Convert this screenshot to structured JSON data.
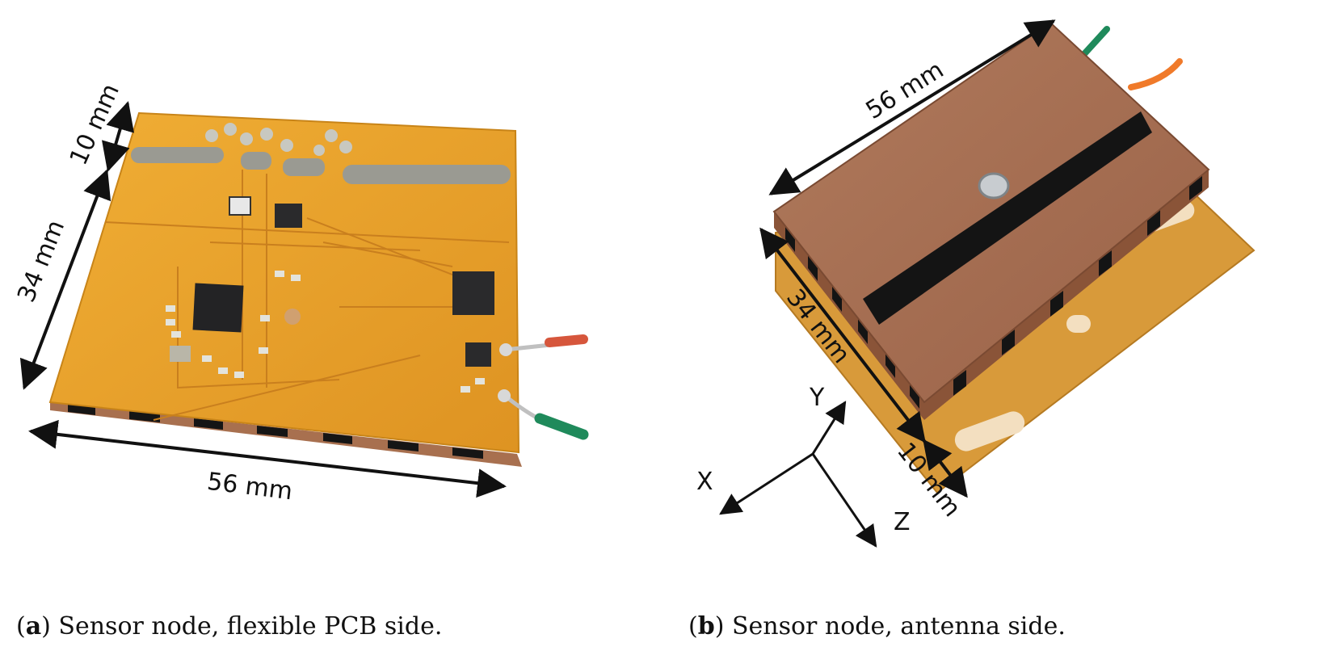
{
  "panel_a": {
    "dim_top": "10 mm",
    "dim_side": "34 mm",
    "dim_bottom": "56 mm",
    "caption_letter": "a",
    "caption_text": "Sensor node, flexible PCB side."
  },
  "panel_b": {
    "dim_top": "56 mm",
    "dim_side": "34 mm",
    "dim_bottom": "10 mm",
    "axis_x": "X",
    "axis_y": "Y",
    "axis_z": "Z",
    "caption_letter": "b",
    "caption_text": "Sensor node, antenna side."
  },
  "colors": {
    "pcb_orange": "#e7a22c",
    "copper_fabric": "#a86e50",
    "black_tape": "#141414",
    "solder_grey": "#9a9a92",
    "wire_red": "#d6563c",
    "wire_green": "#1f8a5b",
    "wire_orange": "#f07a2a"
  }
}
